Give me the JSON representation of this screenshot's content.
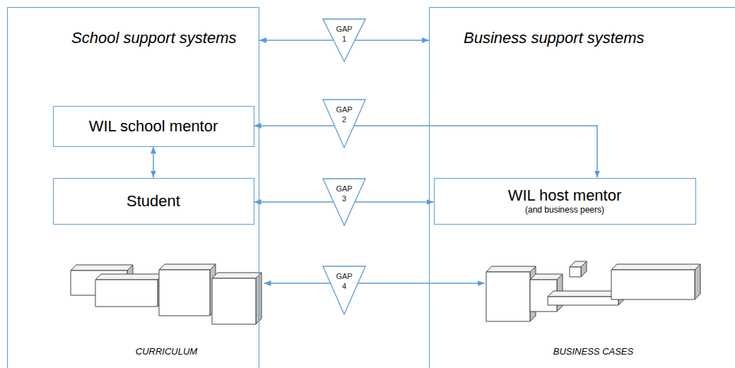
{
  "diagram": {
    "nodes": [
      {
        "text": [
          "School support systems"
        ]
      },
      {
        "text": [
          "GAP 1"
        ]
      },
      {
        "text": [
          "Business support systems"
        ]
      },
      {
        "text": [
          "WIL school mentor"
        ],
        "in": 0
      },
      {
        "text": [
          "GAP 2"
        ]
      },
      {
        "text": [
          "Student"
        ],
        "in": 0
      },
      {
        "text": [
          "GAP 3"
        ]
      },
      {
        "text": [
          "WIL host mentor",
          "(and business peers)"
        ],
        "in": 2
      },
      {
        "text": [
          "CURRICULUM"
        ],
        "in": 0
      },
      {
        "text": [
          "GAP 4"
        ]
      },
      {
        "text": [
          "BUSINESS CASES"
        ],
        "in": 2
      }
    ],
    "edges": [
      {
        "from": 1,
        "to": 0,
        "arrow": "to"
      },
      {
        "from": 1,
        "to": 2,
        "arrow": "to"
      },
      {
        "from": 4,
        "to": 3,
        "arrow": "to"
      },
      {
        "from": 4,
        "to": 7,
        "arrow": "to"
      },
      {
        "from": 3,
        "to": 5,
        "arrow": "both"
      },
      {
        "from": 6,
        "to": 5,
        "arrow": "to"
      },
      {
        "from": 6,
        "to": 7,
        "arrow": "to"
      },
      {
        "from": 9,
        "to": 8,
        "arrow": "to"
      },
      {
        "from": 9,
        "to": 10,
        "arrow": "to"
      }
    ]
  }
}
